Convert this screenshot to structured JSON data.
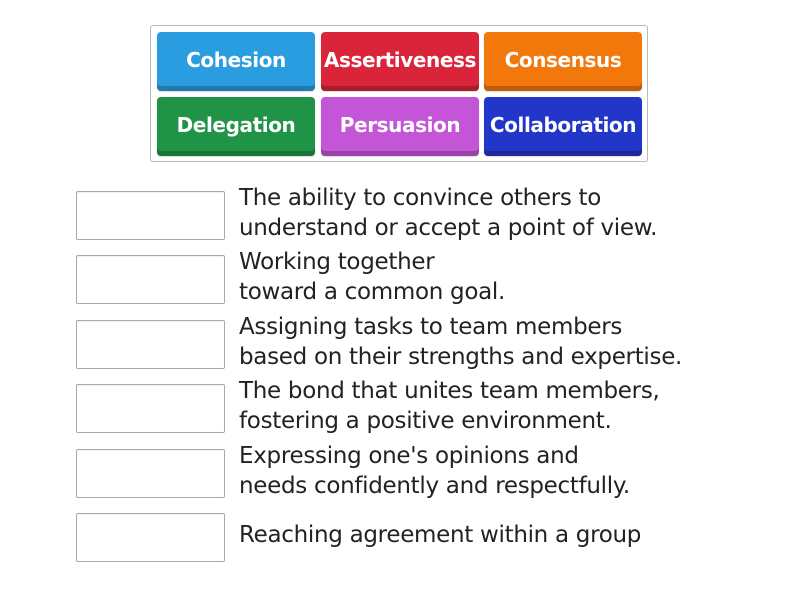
{
  "tiles": [
    {
      "label": "Cohesion",
      "color": "#2a9de0"
    },
    {
      "label": "Assertiveness",
      "color": "#d9243a"
    },
    {
      "label": "Consensus",
      "color": "#f2780c"
    },
    {
      "label": "Delegation",
      "color": "#1f9447"
    },
    {
      "label": "Persuasion",
      "color": "#c455d6"
    },
    {
      "label": "Collaboration",
      "color": "#2236c9"
    }
  ],
  "definitions": [
    {
      "line1": "The ability to convince others to",
      "line2": "understand or accept a point of view."
    },
    {
      "line1": "Working together",
      "line2": "toward a common goal."
    },
    {
      "line1": "Assigning tasks to team members",
      "line2": "based on their strengths and expertise."
    },
    {
      "line1": "The bond that unites team members,",
      "line2": "fostering a positive environment."
    },
    {
      "line1": "Expressing one's opinions and",
      "line2": "needs confidently and respectfully."
    },
    {
      "line1": "Reaching agreement within a group",
      "line2": ""
    }
  ]
}
